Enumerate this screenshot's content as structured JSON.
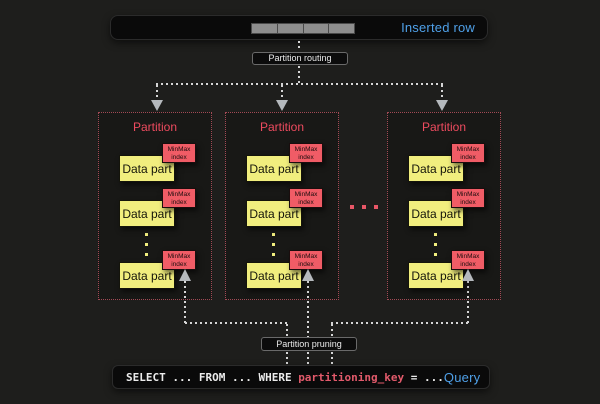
{
  "colors": {
    "background": "#1e1e1c",
    "bar_background": "#0a0a0a",
    "accent_blue": "#4fa0e8",
    "data_part_yellow": "#f1ee7e",
    "minmax_pink": "#f05c66",
    "partition_title_red": "#ee4b5f",
    "partition_border": "#a24a55",
    "connector_gray": "#d6d6d6",
    "arrow_gray": "#b5b9bd"
  },
  "top_bar": {
    "label": "Inserted row",
    "segment_count": 4
  },
  "routing_label": "Partition routing",
  "pruning_label": "Partition pruning",
  "partition_separator": "...",
  "partitions": [
    {
      "title": "Partition",
      "parts": [
        {
          "label": "Data part",
          "tag": "MinMax index"
        },
        {
          "label": "Data part",
          "tag": "MinMax index"
        },
        {
          "label": "Data part",
          "tag": "MinMax index"
        }
      ]
    },
    {
      "title": "Partition",
      "parts": [
        {
          "label": "Data part",
          "tag": "MinMax index"
        },
        {
          "label": "Data part",
          "tag": "MinMax index"
        },
        {
          "label": "Data part",
          "tag": "MinMax index"
        }
      ]
    },
    {
      "title": "Partition",
      "parts": [
        {
          "label": "Data part",
          "tag": "MinMax index"
        },
        {
          "label": "Data part",
          "tag": "MinMax index"
        },
        {
          "label": "Data part",
          "tag": "MinMax index"
        }
      ]
    }
  ],
  "query_bar": {
    "sql_before": "SELECT ... FROM ... WHERE ",
    "sql_key": "partitioning_key",
    "sql_after": " = ...",
    "label": "Query"
  }
}
